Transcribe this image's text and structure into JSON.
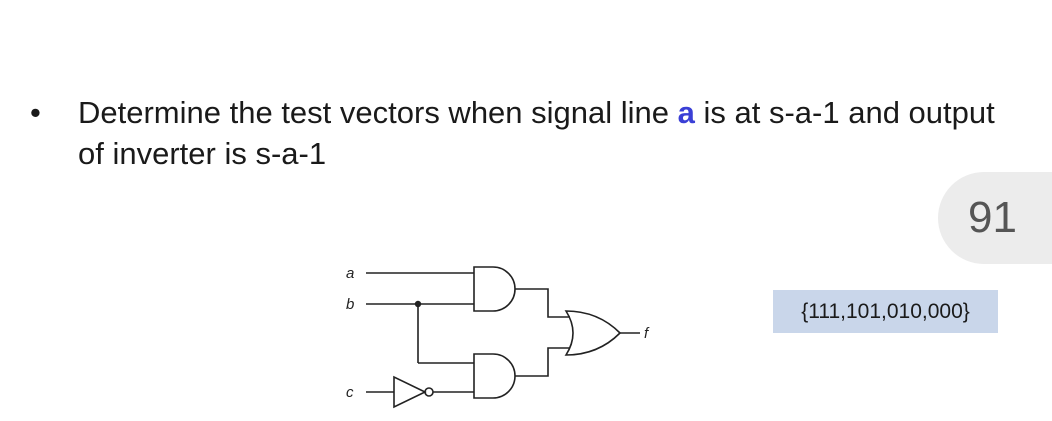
{
  "slide": {
    "bullet_symbol": "•",
    "question": {
      "part1": "Determine the test vectors when signal line ",
      "highlight": "a",
      "part2": " is at s-a-1 and output of inverter is s-a-1"
    },
    "page_number": "91",
    "answer": "{111,101,010,000}"
  },
  "circuit": {
    "inputs": [
      "a",
      "b",
      "c"
    ],
    "output": "f",
    "colors": {
      "wire": "#222222",
      "highlight": "#3a3fd6",
      "answer_bg": "#c9d6ea",
      "badge_bg": "#ececec"
    }
  }
}
